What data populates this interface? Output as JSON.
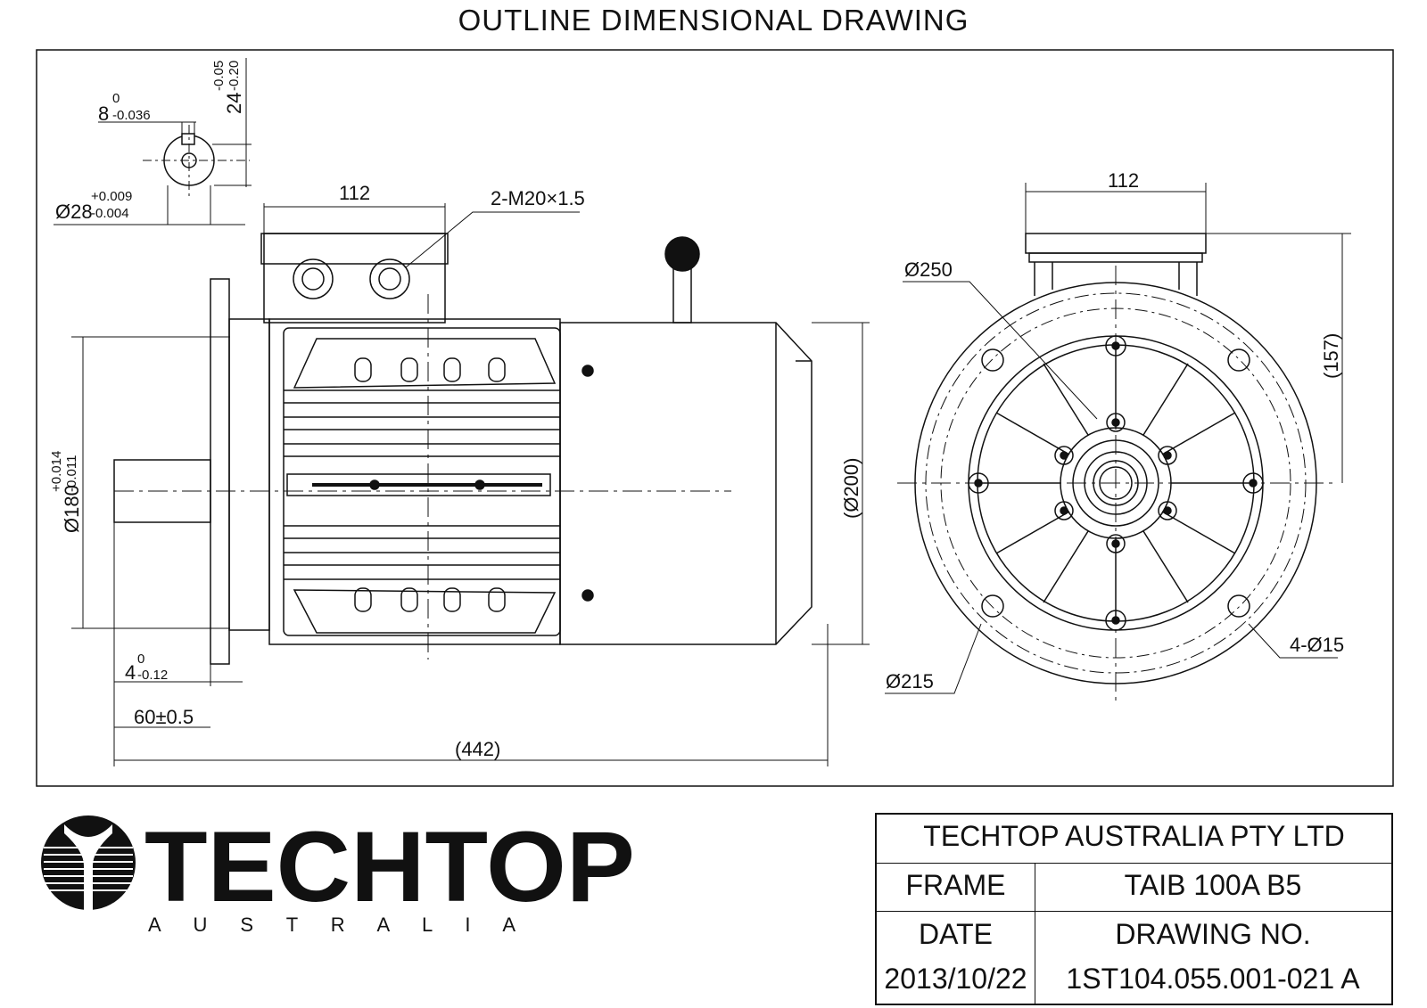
{
  "title": "OUTLINE DIMENSIONAL DRAWING",
  "dimensions": {
    "key_width": "8",
    "key_width_tol_upper": "0",
    "key_width_tol_lower": "-0.036",
    "key_height": "24",
    "key_height_tol_upper": "-0.05",
    "key_height_tol_lower": "-0.20",
    "shaft_dia": "Ø28",
    "shaft_dia_tol_upper": "+0.009",
    "shaft_dia_tol_lower": "-0.004",
    "terminal_box_width_side": "112",
    "cable_gland": "2-M20×1.5",
    "spigot_dia": "Ø180",
    "spigot_dia_tol_upper": "+0.014",
    "spigot_dia_tol_lower": "-0.011",
    "spigot_depth": "4",
    "spigot_depth_tol_upper": "0",
    "spigot_depth_tol_lower": "-0.12",
    "shaft_length": "60±0.5",
    "overall_length": "(442)",
    "body_dia": "(Ø200)",
    "terminal_box_width_end": "112",
    "flange_dia": "Ø250",
    "pcd": "Ø215",
    "fixing_holes": "4-Ø15",
    "height_to_box": "(157)"
  },
  "logo": {
    "name": "TECHTOP",
    "tagline": "A U S T R A L I A"
  },
  "title_block": {
    "company": "TECHTOP AUSTRALIA PTY LTD",
    "frame_label": "FRAME",
    "frame_value": "TAIB 100A B5",
    "date_label": "DATE",
    "drawing_no_label": "DRAWING NO.",
    "date_value": "2013/10/22",
    "drawing_no_value": "1ST104.055.001-021 A"
  }
}
